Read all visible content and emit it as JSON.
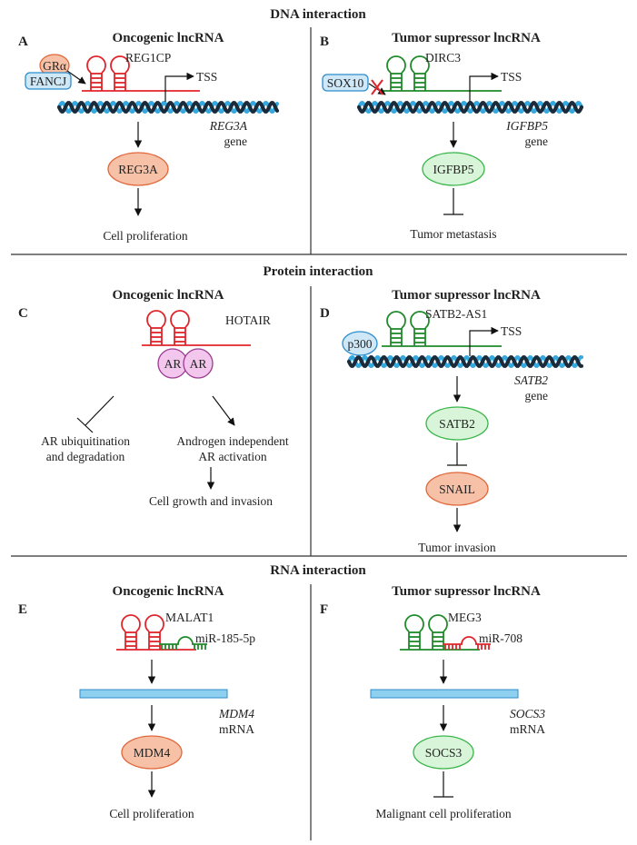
{
  "sections": [
    {
      "title": "DNA interaction"
    },
    {
      "title": "Protein interaction"
    },
    {
      "title": "RNA interaction"
    }
  ],
  "panels": {
    "A": {
      "letter": "A",
      "heading": "Oncogenic lncRNA",
      "lncrna": "REG1CP",
      "partner1": "GRα",
      "partner2": "FANCJ",
      "tss": "TSS",
      "gene": "REG3A",
      "gene_word": "gene",
      "protein": "REG3A",
      "outcome": "Cell proliferation"
    },
    "B": {
      "letter": "B",
      "heading": "Tumor supressor lncRNA",
      "lncrna": "DIRC3",
      "partner": "SOX10",
      "tss": "TSS",
      "gene": "IGFBP5",
      "gene_word": "gene",
      "protein": "IGFBP5",
      "outcome": "Tumor metastasis"
    },
    "C": {
      "letter": "C",
      "heading": "Oncogenic lncRNA",
      "lncrna": "HOTAIR",
      "ar1": "AR",
      "ar2": "AR",
      "left_line1": "AR ubiquitination",
      "left_line2": "and degradation",
      "right_line1": "Androgen independent",
      "right_line2": "AR activation",
      "outcome": "Cell growth and invasion"
    },
    "D": {
      "letter": "D",
      "heading": "Tumor supressor lncRNA",
      "lncrna": "SATB2-AS1",
      "partner": "p300",
      "tss": "TSS",
      "gene": "SATB2",
      "gene_word": "gene",
      "protein": "SATB2",
      "protein2": "SNAIL",
      "outcome": "Tumor invasion"
    },
    "E": {
      "letter": "E",
      "heading": "Oncogenic lncRNA",
      "lncrna": "MALAT1",
      "mirna": "miR-185-5p",
      "mrna_gene": "MDM4",
      "mrna_word": "mRNA",
      "protein": "MDM4",
      "outcome": "Cell proliferation"
    },
    "F": {
      "letter": "F",
      "heading": "Tumor supressor lncRNA",
      "lncrna": "MEG3",
      "mirna": "miR-708",
      "mrna_gene": "SOCS3",
      "mrna_word": "mRNA",
      "protein": "SOCS3",
      "outcome": "Malignant cell proliferation"
    }
  },
  "colors": {
    "oncogenic_rna": "#e0242b",
    "suppressor_rna": "#1f8a2a",
    "orange_fill": "#f6c1a6",
    "orange_stroke": "#e0673a",
    "green_fill": "#d9f5d9",
    "green_stroke": "#39b54a",
    "blue_box_fill": "#cfe8f7",
    "blue_box_stroke": "#2d8ccb",
    "mrna_fill": "#8fd0f0",
    "mrna_stroke": "#2d8ccb",
    "pink_fill": "#f3c6ee",
    "pink_stroke": "#9b3a8f",
    "dna_dark": "#1c2b3a",
    "dna_light": "#35a8e0",
    "inhibit_x": "#e0242b"
  }
}
